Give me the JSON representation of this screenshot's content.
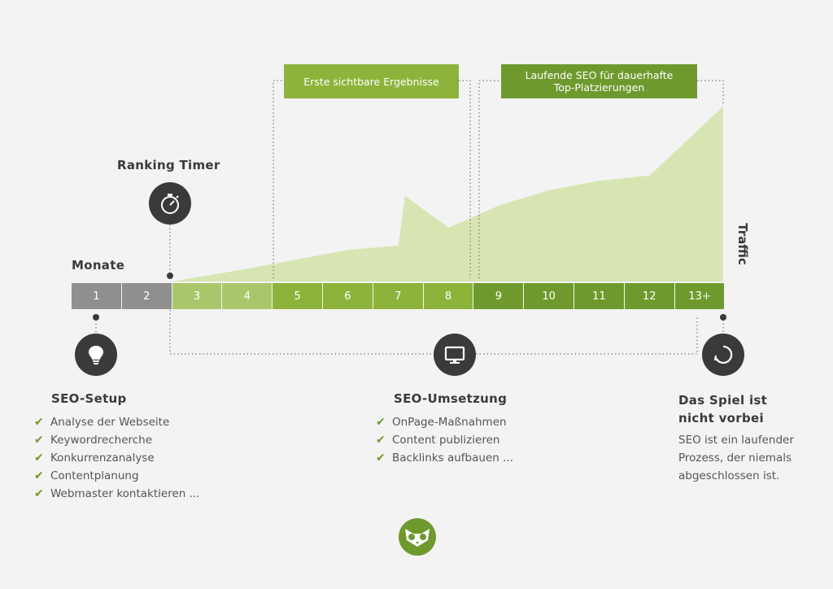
{
  "chart_data": {
    "type": "area",
    "x": [
      "3",
      "4",
      "5",
      "6",
      "7",
      "8",
      "9",
      "10",
      "11",
      "12",
      "13+"
    ],
    "values": [
      0.5,
      1.5,
      2.6,
      3.7,
      4.2,
      6.3,
      8.9,
      10.7,
      11.8,
      12.4,
      20.5
    ],
    "ylabel": "Traffic",
    "xlabel": "Monate",
    "color": "#d7e5b3"
  },
  "timeline": {
    "label": "Monate",
    "segments": [
      {
        "label": "1",
        "color": "#8f8f8f"
      },
      {
        "label": "2",
        "color": "#8f8f8f"
      },
      {
        "label": "3",
        "color": "#a9c76a"
      },
      {
        "label": "4",
        "color": "#a9c76a"
      },
      {
        "label": "5",
        "color": "#8db33a"
      },
      {
        "label": "6",
        "color": "#8db33a"
      },
      {
        "label": "7",
        "color": "#8db33a"
      },
      {
        "label": "8",
        "color": "#8db33a"
      },
      {
        "label": "9",
        "color": "#6e9a2d"
      },
      {
        "label": "10",
        "color": "#6e9a2d"
      },
      {
        "label": "11",
        "color": "#6e9a2d"
      },
      {
        "label": "12",
        "color": "#6e9a2d"
      },
      {
        "label": "13+",
        "color": "#6e9a2d"
      }
    ]
  },
  "phases": {
    "first_results": "Erste sichtbare Ergebnisse",
    "ongoing_line1": "Laufende SEO für dauerhafte",
    "ongoing_line2": "Top-Platzierungen"
  },
  "ranking_timer": {
    "label": "Ranking Timer",
    "icon": "stopwatch-icon"
  },
  "seo_setup": {
    "title": "SEO-Setup",
    "icon": "lightbulb-icon",
    "items": [
      "Analyse der Webseite",
      "Keywordrecherche",
      "Konkurrenzanalyse",
      "Contentplanung",
      "Webmaster kontaktieren ..."
    ]
  },
  "seo_umsetzung": {
    "title": "SEO-Umsetzung",
    "icon": "monitor-icon",
    "items": [
      "OnPage-Maßnahmen",
      "Content publizieren",
      "Backlinks aufbauen ..."
    ]
  },
  "spiel": {
    "title_line1": "Das Spiel ist",
    "title_line2": "nicht vorbei",
    "icon": "refresh-icon",
    "text_line1": "SEO ist ein laufender",
    "text_line2": "Prozess, der niemals",
    "text_line3": "abgeschlossen ist."
  },
  "colors": {
    "grey": "#8f8f8f",
    "light_green": "#a9c76a",
    "mid_green": "#8db33a",
    "dark_green": "#6e9a2d",
    "area": "#d7e5b3"
  },
  "logo": {
    "icon": "owl-logo-icon"
  }
}
